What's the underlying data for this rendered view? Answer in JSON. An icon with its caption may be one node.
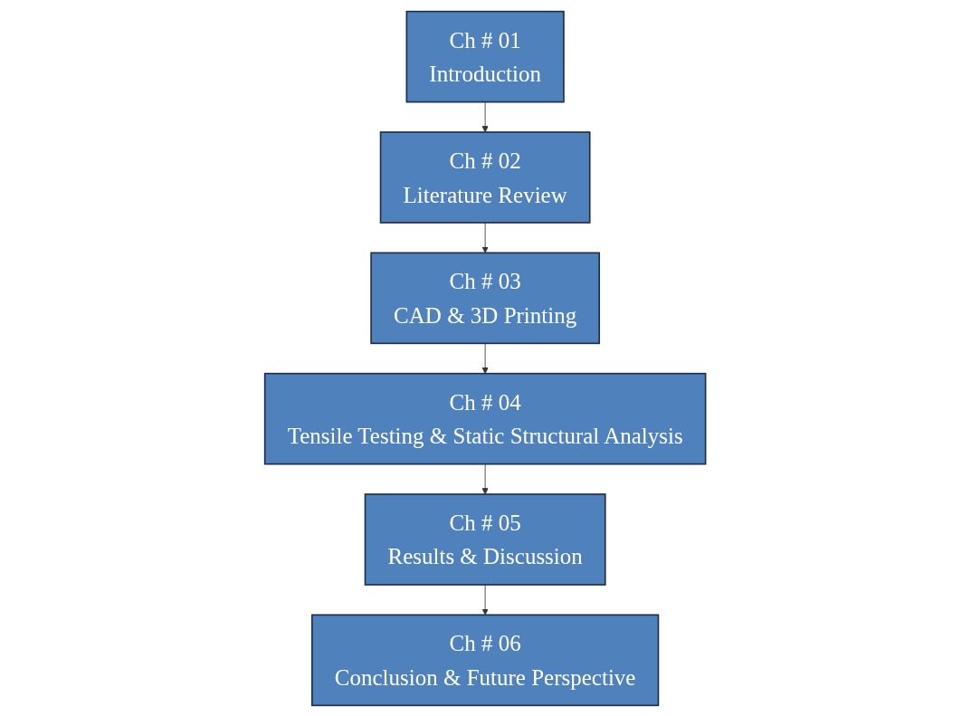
{
  "diagram": {
    "nodes": [
      {
        "text": [
          "Ch # 01",
          "Introduction"
        ]
      },
      {
        "text": [
          "Ch # 02",
          "Literature Review"
        ]
      },
      {
        "text": [
          "Ch # 03",
          "CAD & 3D Printing"
        ]
      },
      {
        "text": [
          "Ch # 04",
          "Tensile Testing & Static Structural Analysis"
        ]
      },
      {
        "text": [
          "Ch # 05",
          "Results & Discussion"
        ]
      },
      {
        "text": [
          "Ch # 06",
          "Conclusion & Future Perspective"
        ]
      }
    ],
    "edges": [
      {
        "from": 0,
        "to": 1,
        "arrow": "to"
      },
      {
        "from": 1,
        "to": 2,
        "arrow": "to"
      },
      {
        "from": 2,
        "to": 3,
        "arrow": "to"
      },
      {
        "from": 3,
        "to": 4,
        "arrow": "to"
      },
      {
        "from": 4,
        "to": 5,
        "arrow": "to"
      }
    ]
  }
}
